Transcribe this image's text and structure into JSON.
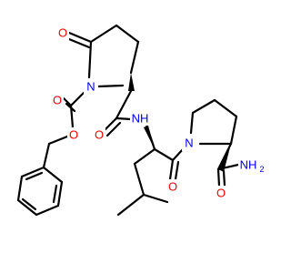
{
  "colors": {
    "background": "#ffffff",
    "bond": "#000000",
    "oxygen": "#ee0000",
    "nitrogen": "#0000ee"
  },
  "atoms": {
    "ring_carbonyl_O": "O",
    "pyroglu_N": "N",
    "carbamate_O_double": "O",
    "carbamate_O_ester": "O",
    "amide1_O": "O",
    "amide1_NH": "NH",
    "leu_C_O": "O",
    "pro_N": "N",
    "pro_amide_O": "O",
    "pro_amide_NH2": "NH",
    "pro_amide_NH2_sub": "2"
  }
}
